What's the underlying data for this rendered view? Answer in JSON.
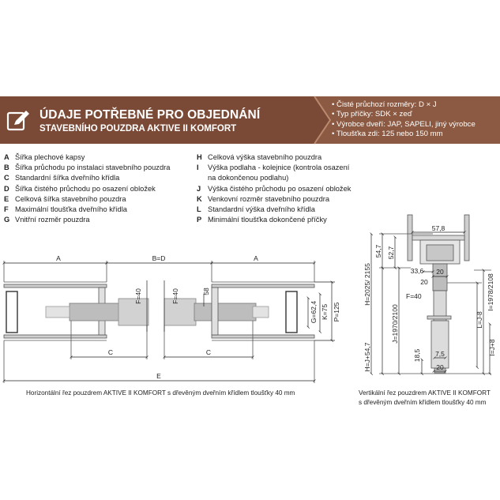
{
  "header": {
    "title": "ÚDAJE POTŘEBNÉ PRO OBJEDNÁNÍ",
    "subtitle": "STAVEBNÍHO POUZDRA AKTIVE II KOMFORT",
    "requirements": [
      "• Čisté průchozí rozměry: D × J",
      "• Typ příčky: SDK × zeď",
      "• Výrobce dveří: JAP, SAPELI, jiný výrobce",
      "• Tloušťka zdi: 125 nebo 150 mm"
    ],
    "colors": {
      "banner": "#7b4a36",
      "arrow_edge": "#a06a4e"
    }
  },
  "legend_left": [
    {
      "key": "A",
      "text": "Šířka plechové kapsy"
    },
    {
      "key": "B",
      "text": "Šířka průchodu po instalaci stavebního pouzdra"
    },
    {
      "key": "C",
      "text": "Standardní šířka dveřního křídla"
    },
    {
      "key": "D",
      "text": "Šířka čistého průchodu po osazení obložek"
    },
    {
      "key": "E",
      "text": "Celková šířka stavebního pouzdra"
    },
    {
      "key": "F",
      "text": "Maximální tloušťka dveřního křídla"
    },
    {
      "key": "G",
      "text": "Vnitřní rozměr pouzdra"
    }
  ],
  "legend_right": [
    {
      "key": "H",
      "text": "Celková výška stavebního pouzdra"
    },
    {
      "key": "I",
      "text": "Výška podlaha - kolejnice (kontrola osazení"
    },
    {
      "key": "",
      "text": "na dokončenou podlahu)"
    },
    {
      "key": "J",
      "text": "Výška čistého průchodu po osazení obložek"
    },
    {
      "key": "K",
      "text": "Venkovní rozměr stavebního pouzdra"
    },
    {
      "key": "L",
      "text": "Standardní výška dveřního křídla"
    },
    {
      "key": "P",
      "text": "Minimální tloušťka dokončené příčky"
    }
  ],
  "horizontal": {
    "dim_a_left": "A",
    "dim_bd": "B=D",
    "dim_a_right": "A",
    "dim_c_left": "C",
    "dim_c_right": "C",
    "dim_e": "E",
    "f_left": "F=40",
    "f_right": "F=40",
    "dim_58": "58",
    "dim_g": "G=62,4",
    "dim_k": "K=75",
    "dim_p": "P=125",
    "caption": "Horizontální řez pouzdrem AKTIVE II KOMFORT s dřevěným dveřním křídlem tloušťky 40 mm"
  },
  "vertical": {
    "d_57_8": "57,8",
    "d_54_7": "54,7",
    "d_52_7": "52,7",
    "d_33_6": "33,6",
    "d_20a": "20",
    "d_20b": "20",
    "f": "F=40",
    "h": "H=2025/ 2155",
    "j": "J=1970/2100",
    "hj": "H=J+54,7",
    "i": "I=1978/2108",
    "lj8a": "L=J-8",
    "lj8b": "I=J+8",
    "d_18_5": "18,5",
    "d_7_5": "7,5",
    "d_20c": "20",
    "caption_1": "Vertikální řez pouzdrem AKTIVE II KOMFORT",
    "caption_2": "s dřevěným dveřním křídlem tloušťky 40 mm"
  }
}
